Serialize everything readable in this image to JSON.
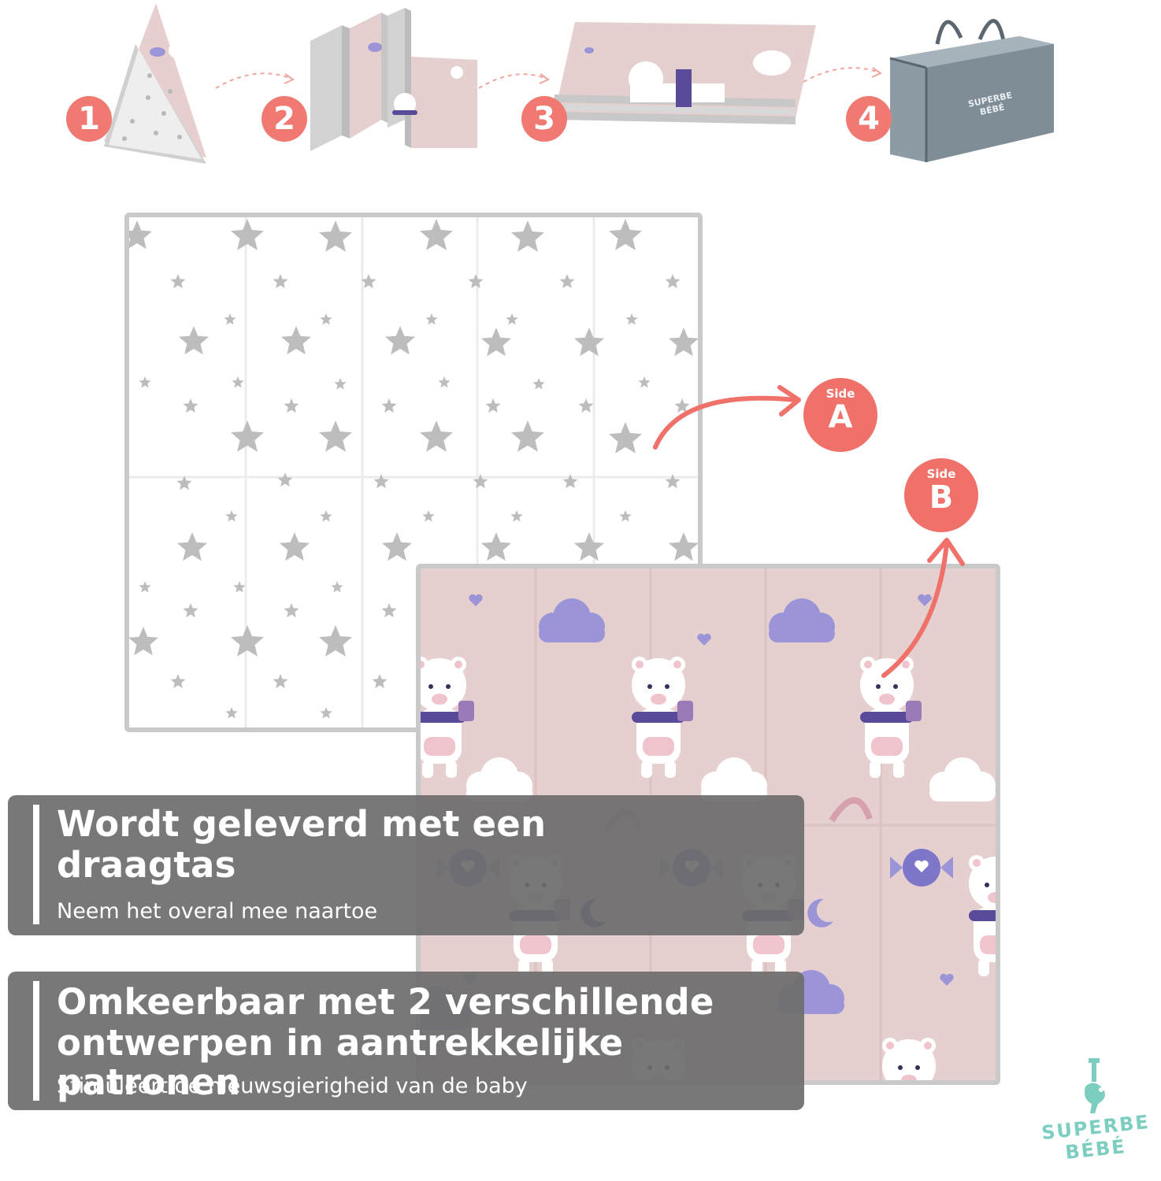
{
  "steps": [
    "1",
    "2",
    "3",
    "4"
  ],
  "bag": {
    "brand_line1": "SUPERBE",
    "brand_line2": "BÉBÉ"
  },
  "sides": {
    "a": {
      "label": "Side",
      "letter": "A"
    },
    "b": {
      "label": "Side",
      "letter": "B"
    }
  },
  "info": [
    {
      "title_line1": "Wordt geleverd met een",
      "title_line2": "draagtas",
      "subtitle": "Neem het overal mee naartoe"
    },
    {
      "title_line1": "Omkeerbaar met 2 verschillende",
      "title_line2": "ontwerpen in aantrekkelijke patronen",
      "subtitle": "Stimuleert de nieuwsgierigheid van de baby"
    }
  ],
  "logo": {
    "line1": "SUPERBE",
    "line2": "BÉBÉ"
  },
  "colors": {
    "accent": "#f07a72",
    "side_a_mat": "#ffffff",
    "side_b_mat": "#e6cfcf",
    "star": "#bdbdbd",
    "bear_scarf": "#5a4a9a",
    "cloud": "#9b95d8",
    "logo": "#7ccfc0"
  }
}
